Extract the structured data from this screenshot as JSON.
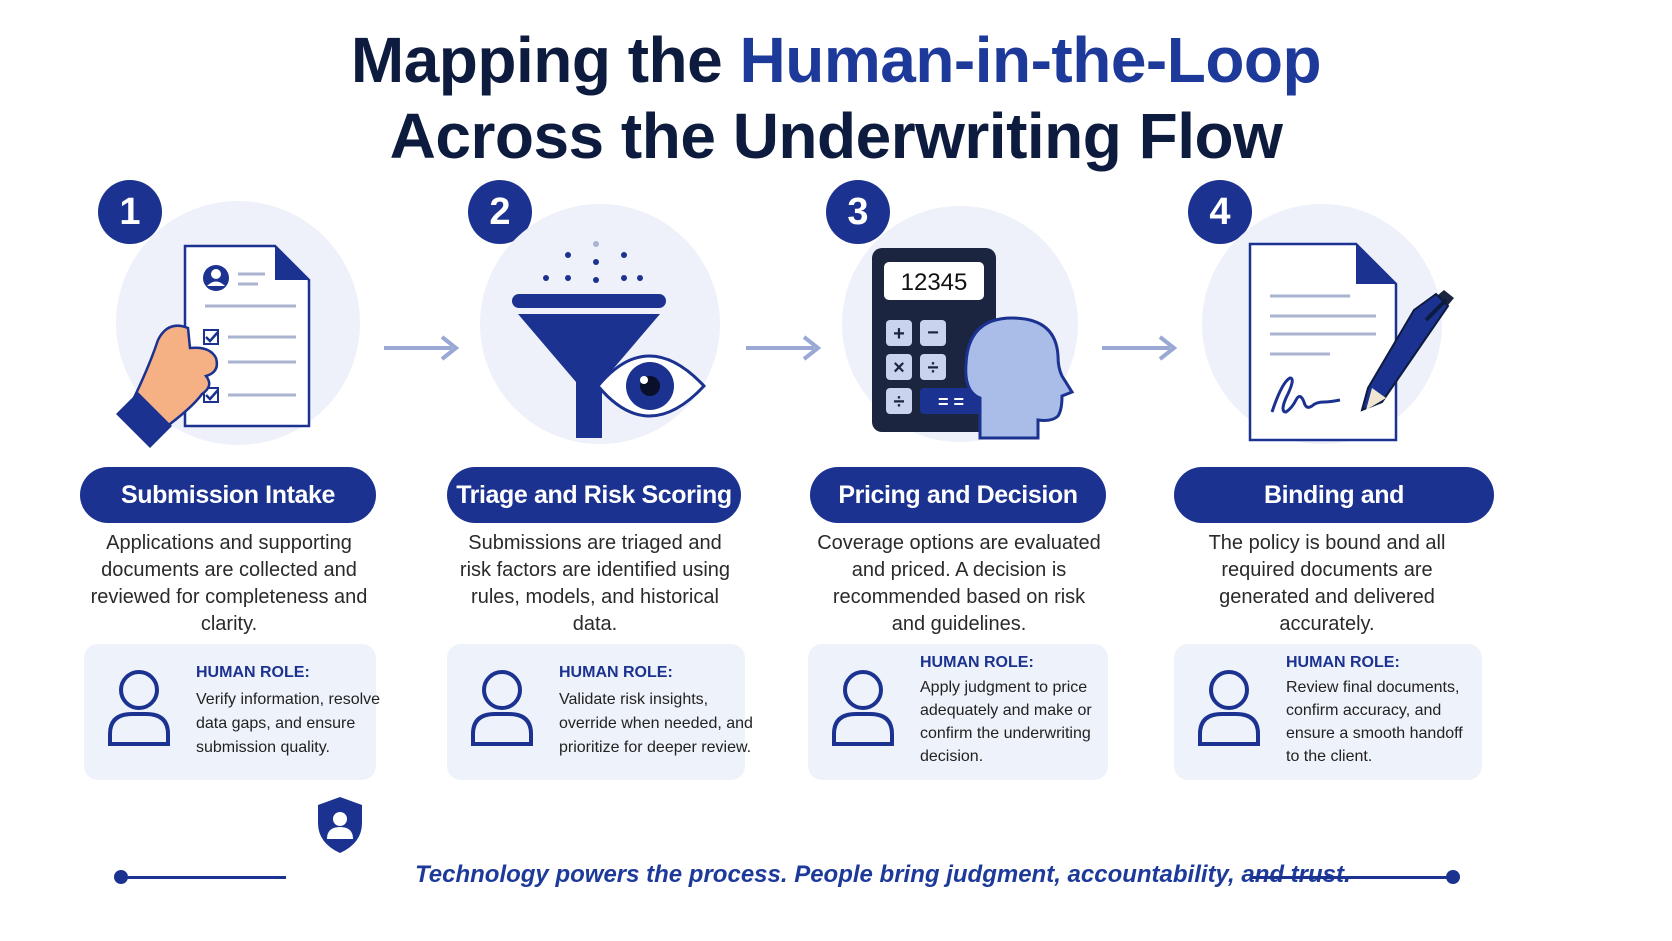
{
  "title": {
    "line1_plain": "Mapping the ",
    "line1_accent": "Human-in-the-Loop",
    "line2": "Across the Underwriting Flow"
  },
  "steps": [
    {
      "number": "1",
      "title": "Submission Intake",
      "description": "Applications and supporting documents are collected and reviewed for completeness and clarity.",
      "role_label": "HUMAN ROLE:",
      "role_text": "Verify information, resolve data gaps, and ensure submission quality.",
      "icon": "hand-holding-checklist-icon"
    },
    {
      "number": "2",
      "title": "Triage and Risk Scoring",
      "description": "Submissions are triaged and risk factors are identified using rules, models, and historical data.",
      "role_label": "HUMAN ROLE:",
      "role_text": "Validate risk insights, override when needed, and prioritize for deeper review.",
      "icon": "funnel-eye-icon"
    },
    {
      "number": "3",
      "title": "Pricing and Decision",
      "description": "Coverage options are evaluated and priced. A decision is recommended based on risk and guidelines.",
      "role_label": "HUMAN ROLE:",
      "role_text": "Apply judgment to price adequately and make or confirm the underwriting decision.",
      "icon": "calculator-head-icon",
      "calculator_display": "12345"
    },
    {
      "number": "4",
      "title": "Binding and Documentation",
      "description": "The policy is bound and all required documents are generated and delivered accurately.",
      "role_label": "HUMAN ROLE:",
      "role_text": "Review final documents, confirm accuracy, and ensure a smooth handoff to the client.",
      "icon": "signed-document-pen-icon"
    }
  ],
  "footer": {
    "tagline": "Technology powers the process. People bring judgment, accountability, and trust.",
    "icon": "shield-person-icon"
  },
  "colors": {
    "primary": "#1b3290",
    "title": "#0d1b3e",
    "accent": "#1d3a9a",
    "circle_bg": "#eef1fa",
    "role_bg": "#eef2fa",
    "arrow": "#9aa9d3"
  }
}
